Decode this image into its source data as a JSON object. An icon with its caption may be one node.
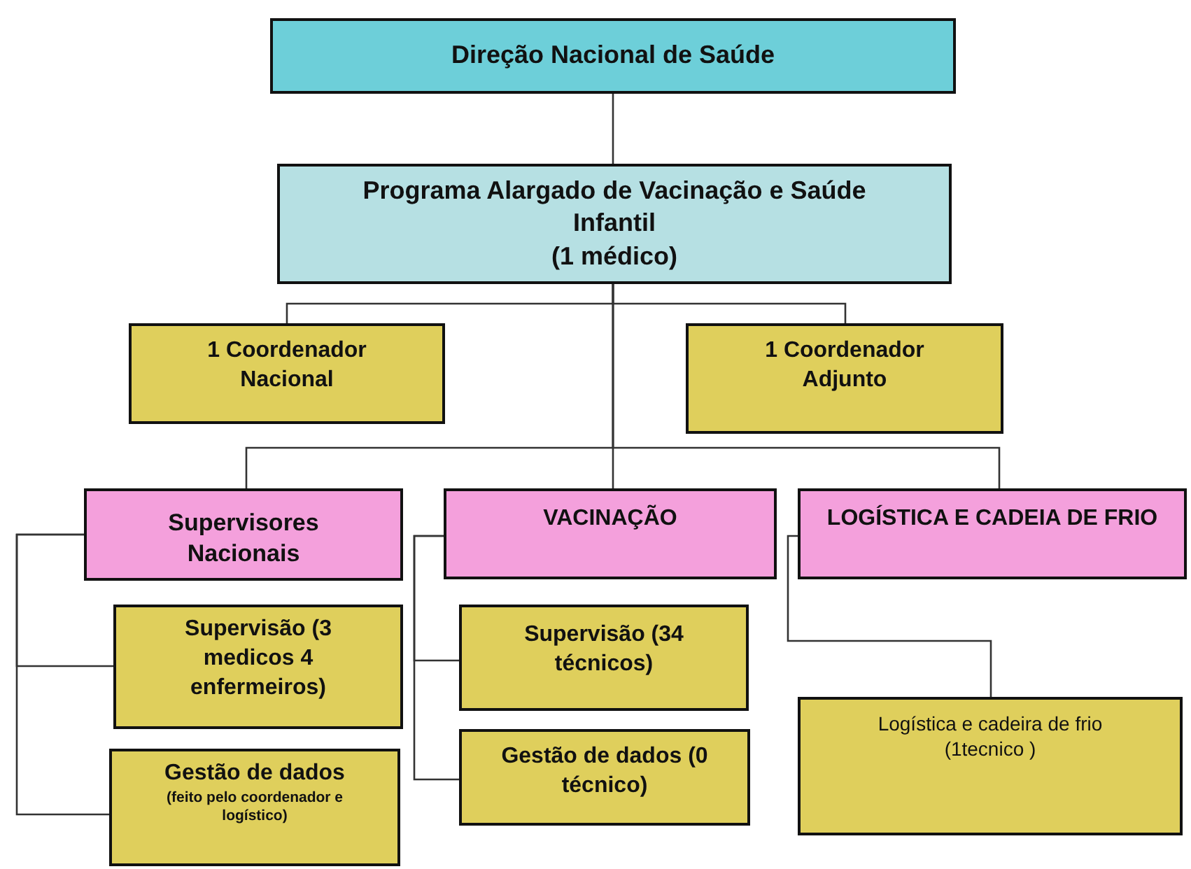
{
  "diagram": {
    "nodes": [
      {
        "text": [
          "Direção Nacional de Saúde"
        ]
      },
      {
        "text": [
          "Programa Alargado de Vacinação e Saúde Infantil",
          "(1 médico)"
        ]
      },
      {
        "text": [
          "1 Coordenador Nacional"
        ]
      },
      {
        "text": [
          "1 Coordenador Adjunto"
        ]
      },
      {
        "text": [
          "Supervisores Nacionais"
        ]
      },
      {
        "text": [
          "VACINAÇÃO"
        ]
      },
      {
        "text": [
          "LOGÍSTICA E CADEIA DE FRIO"
        ]
      },
      {
        "text": [
          "Supervisão (3 medicos 4 enfermeiros)"
        ]
      },
      {
        "text": [
          "Gestão de dados",
          "(feito pelo coordenador e logístico)"
        ]
      },
      {
        "text": [
          "Supervisão (34  técnicos)"
        ]
      },
      {
        "text": [
          "Gestão de dados (0 técnico)"
        ]
      },
      {
        "text": [
          "Logística e cadeira de frio (1tecnico )"
        ]
      }
    ],
    "edges": [
      {
        "from": 0,
        "to": 1,
        "arrow": "none"
      },
      {
        "from": 1,
        "to": 2,
        "arrow": "none"
      },
      {
        "from": 1,
        "to": 3,
        "arrow": "none"
      },
      {
        "from": 1,
        "to": 4,
        "arrow": "none"
      },
      {
        "from": 1,
        "to": 5,
        "arrow": "none"
      },
      {
        "from": 1,
        "to": 6,
        "arrow": "none"
      },
      {
        "from": 4,
        "to": 7,
        "arrow": "none"
      },
      {
        "from": 4,
        "to": 8,
        "arrow": "none"
      },
      {
        "from": 5,
        "to": 9,
        "arrow": "none"
      },
      {
        "from": 5,
        "to": 10,
        "arrow": "none"
      },
      {
        "from": 6,
        "to": 11,
        "arrow": "none"
      }
    ]
  }
}
